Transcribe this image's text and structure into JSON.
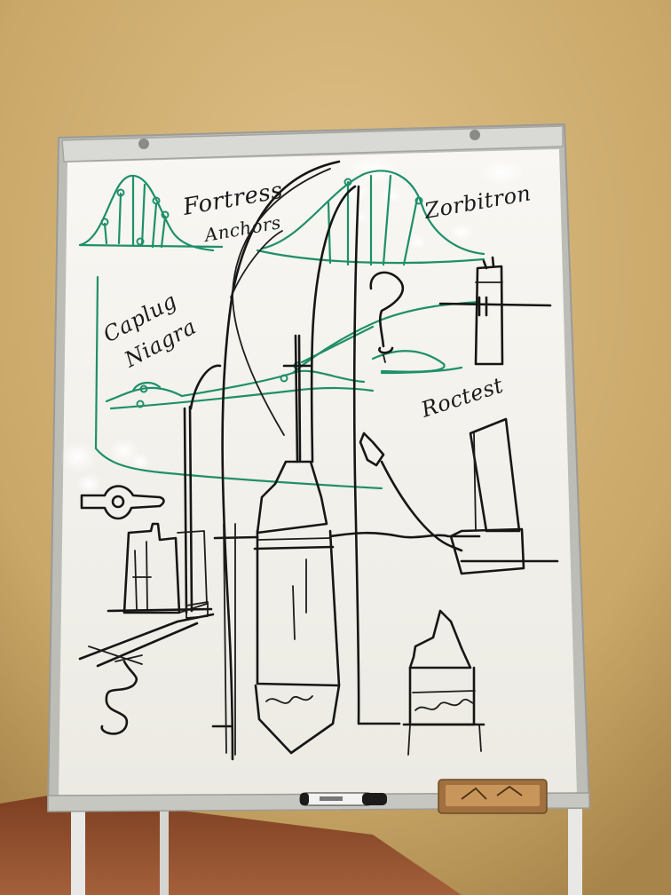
{
  "board": {
    "labels": {
      "fortress": "Fortress",
      "anchors": "Anchors",
      "zorbitron": "Zorbitron",
      "caplug": "Caplug",
      "niagra": "Niagra",
      "roctest": "Roctest",
      "question_mark": "?"
    }
  },
  "colors": {
    "wall": "#c9a768",
    "whiteboard": "#f4f3ee",
    "frame": "#b9b9b4",
    "ink_black": "#161616",
    "ink_green": "#1f8f6a",
    "floor": "#8a4a2a",
    "eraser": "#a0703f"
  },
  "icons": {
    "marker": "marker-icon",
    "eraser": "eraser-icon"
  }
}
